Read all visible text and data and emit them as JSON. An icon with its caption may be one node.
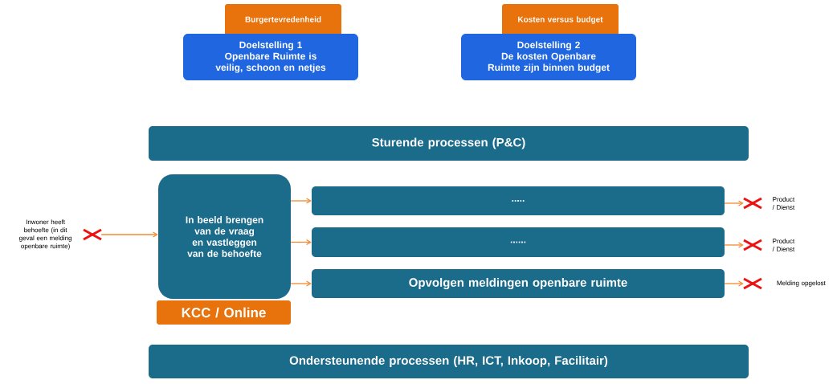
{
  "diagram": {
    "nodes": [
      {
        "text": [
          "Burgertevredenheid"
        ]
      },
      {
        "text": [
          "Doelstelling 1",
          "Openbare Ruimte is veilig, schoon en netjes"
        ]
      },
      {
        "text": [
          "Kosten versus budget"
        ]
      },
      {
        "text": [
          "Doelstelling 2",
          "De kosten Openbare Ruimte zijn binnen budget"
        ]
      },
      {
        "text": [
          "Sturende processen (P&C)"
        ]
      },
      {
        "text": [],
        "shape": "cross",
        "beside": [
          "Inwoner heeft behoefte (in dit geval een melding openbare ruimte)"
        ]
      },
      {
        "text": [
          "In beeld brengen van de vraag en vastleggen van de behoefte"
        ]
      },
      {
        "text": [
          "KCC / Online"
        ]
      },
      {
        "text": [
          "....."
        ]
      },
      {
        "text": [
          "......"
        ]
      },
      {
        "text": [
          "Opvolgen meldingen openbare ruimte"
        ]
      },
      {
        "text": [],
        "shape": "cross",
        "beside": [
          "Product / Dienst"
        ]
      },
      {
        "text": [],
        "shape": "cross",
        "beside": [
          "Product / Dienst"
        ]
      },
      {
        "text": [],
        "shape": "cross",
        "beside": [
          "Melding opgelost"
        ]
      },
      {
        "text": [
          "Ondersteunende processen (HR, ICT, Inkoop, Facilitair)"
        ]
      }
    ],
    "edges": [
      {
        "from": 5,
        "to": 6,
        "arrow": "to"
      },
      {
        "from": 6,
        "to": 8,
        "arrow": "to"
      },
      {
        "from": 6,
        "to": 9,
        "arrow": "to"
      },
      {
        "from": 6,
        "to": 10,
        "arrow": "to"
      },
      {
        "from": 8,
        "to": 11,
        "arrow": "to"
      },
      {
        "from": 9,
        "to": 12,
        "arrow": "to"
      },
      {
        "from": 10,
        "to": 13,
        "arrow": "to"
      }
    ]
  }
}
